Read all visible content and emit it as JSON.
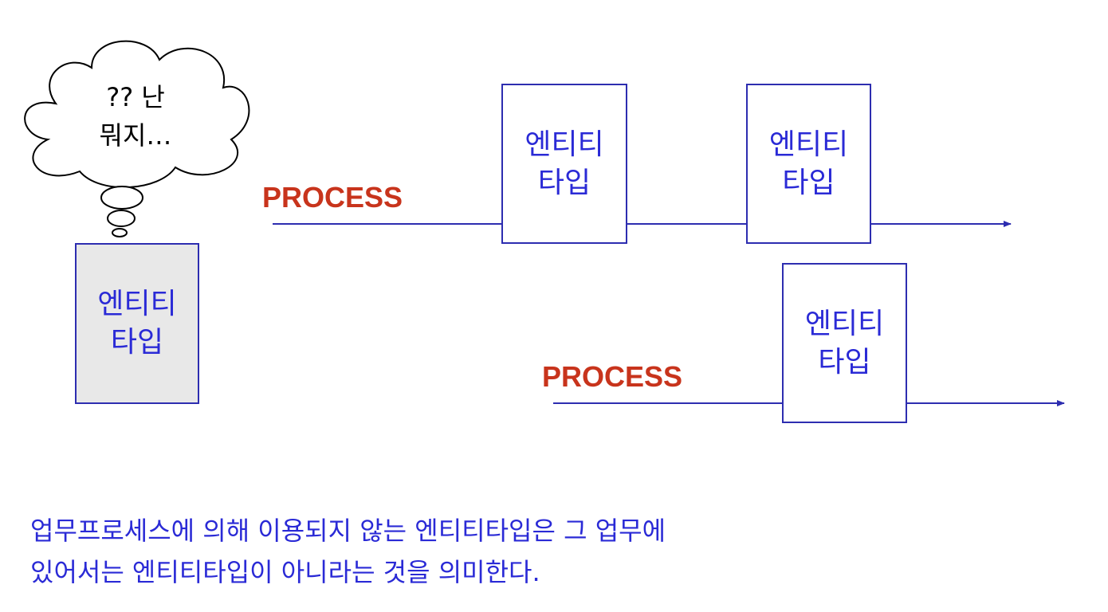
{
  "colors": {
    "entity_text": "#2a2ad6",
    "entity_border": "#2d2db0",
    "process_label": "#c8341c",
    "shaded_fill": "#e8e8e8",
    "line": "#2d2db0"
  },
  "thought": {
    "line1": "?? 난",
    "line2": "뭐지…"
  },
  "lone_entity": {
    "line1": "엔티티",
    "line2": "타입"
  },
  "process_top": {
    "label": "PROCESS",
    "entities": [
      {
        "line1": "엔티티",
        "line2": "타입"
      },
      {
        "line1": "엔티티",
        "line2": "타입"
      }
    ]
  },
  "process_bottom": {
    "label": "PROCESS",
    "entities": [
      {
        "line1": "엔티티",
        "line2": "타입"
      }
    ]
  },
  "caption": {
    "line1": "업무프로세스에 의해 이용되지 않는 엔티티타입은 그 업무에",
    "line2": "있어서는 엔티티타입이 아니라는 것을 의미한다."
  }
}
